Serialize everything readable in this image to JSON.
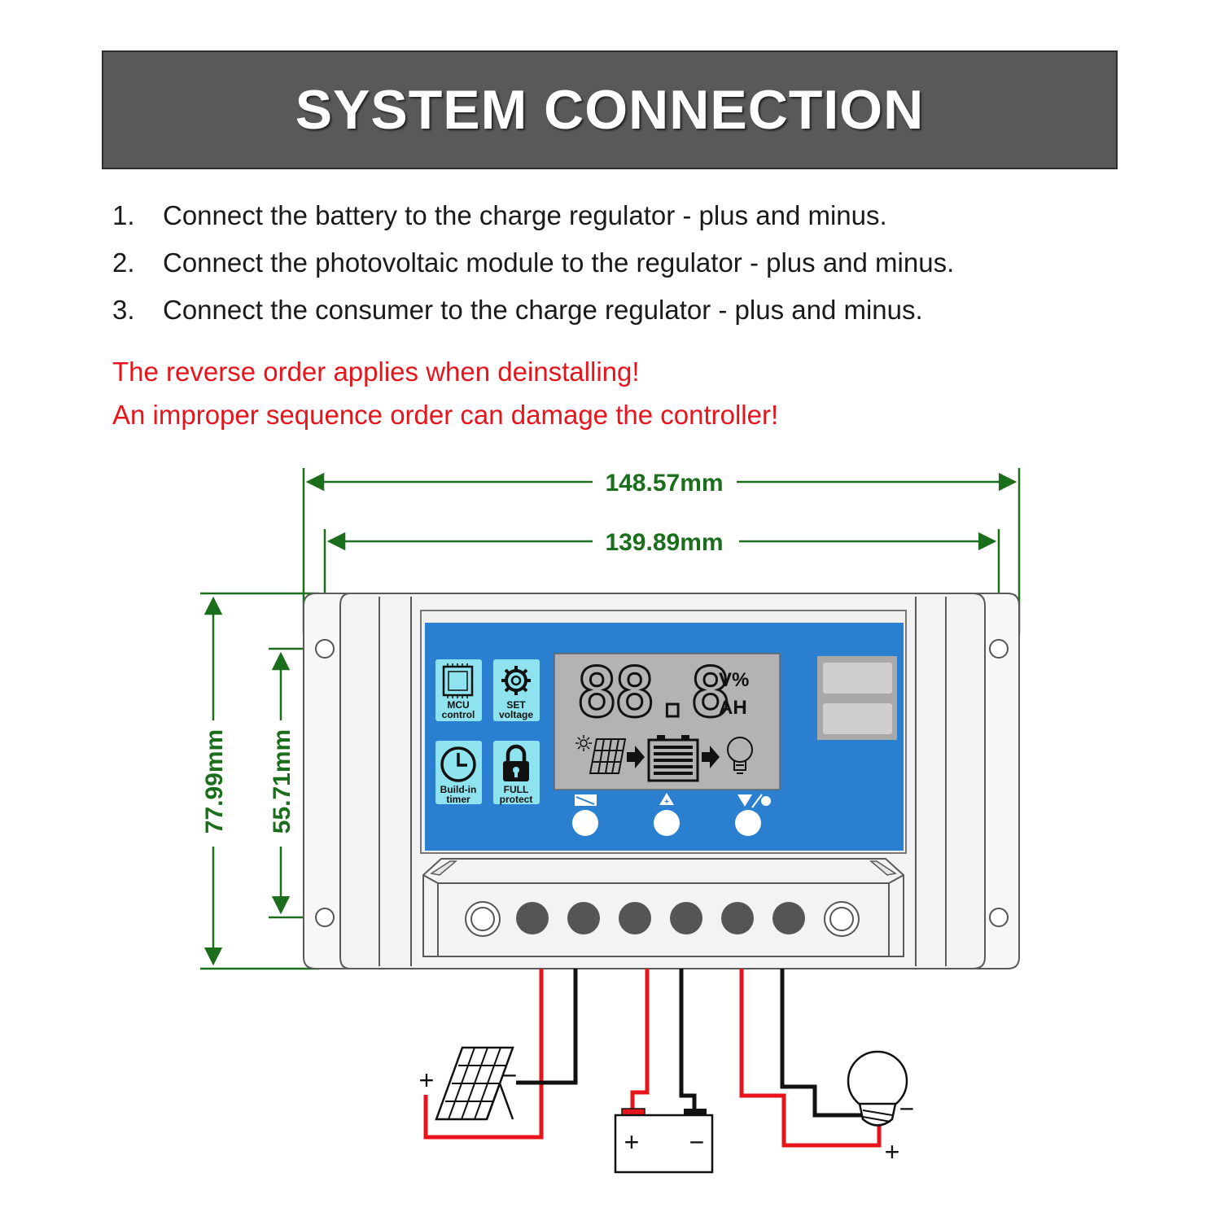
{
  "title": "SYSTEM CONNECTION",
  "steps": [
    {
      "num": "1.",
      "text": "Connect the battery to the charge regulator - plus and minus."
    },
    {
      "num": "2.",
      "text": "Connect the photovoltaic module to the regulator - plus and minus."
    },
    {
      "num": "3.",
      "text": "Connect the consumer to the charge regulator - plus and minus."
    }
  ],
  "warnings": [
    "The reverse order applies when deinstalling!",
    "An improper sequence order can damage the controller!"
  ],
  "dimensions": {
    "outer_width": "148.57mm",
    "hole_width": "139.89mm",
    "outer_height": "77.99mm",
    "hole_height": "55.71mm"
  },
  "controller": {
    "display_digits": "88.8",
    "unit_top": "V%",
    "unit_bottom": "AH",
    "features": [
      {
        "line1": "MCU",
        "line2": "control",
        "icon": "chip-icon"
      },
      {
        "line1": "SET",
        "line2": "voltage",
        "icon": "gear-icon"
      },
      {
        "line1": "Build-in",
        "line2": "timer",
        "icon": "clock-icon"
      },
      {
        "line1": "FULL",
        "line2": "protect",
        "icon": "lock-icon"
      }
    ],
    "buttons": [
      "menu-button",
      "up-button",
      "down-button"
    ]
  },
  "wiring": {
    "plus": "+",
    "minus": "−",
    "plus_color": "#e8141b",
    "minus_color": "#111111"
  },
  "colors": {
    "dimension": "#1b6e1b",
    "panel_blue": "#2a7fd1",
    "lcd": "#b3b3b3",
    "feature_tile": "#8fe3ef"
  }
}
